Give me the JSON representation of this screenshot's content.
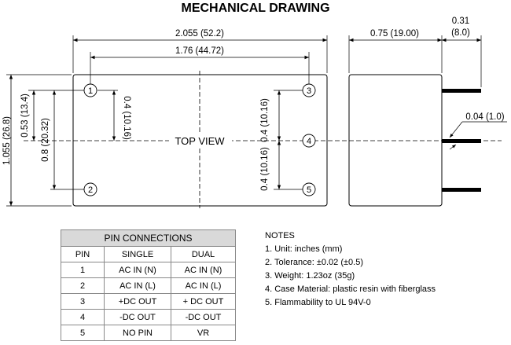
{
  "title": "MECHANICAL DRAWING",
  "dimensions": {
    "overall_length": "2.055 (52.2)",
    "pin_span": "1.76 (44.72)",
    "depth": "0.75 (19.00)",
    "pin_length_value": "0.31",
    "pin_length_mm": "(8.0)",
    "pin_diameter": "0.04 (1.0)",
    "height": "1.055 (26.8)",
    "pin1_offset": "0.53 (13.4)",
    "pin1_pin2_spacing": "0.8 (20.32)",
    "pin1_center_spacing": "0.4 (10.16)",
    "right_spacing_upper": "0.4 (10.16)",
    "right_spacing_lower": "0.4 (10.16)"
  },
  "top_view_label": "TOP VIEW",
  "pins": [
    "1",
    "2",
    "3",
    "4",
    "5"
  ],
  "pin_table": {
    "title": "PIN CONNECTIONS",
    "headers": [
      "PIN",
      "SINGLE",
      "DUAL"
    ],
    "rows": [
      [
        "1",
        "AC IN (N)",
        "AC IN (N)"
      ],
      [
        "2",
        "AC IN (L)",
        "AC IN (L)"
      ],
      [
        "3",
        "+DC OUT",
        "+ DC OUT"
      ],
      [
        "4",
        "-DC OUT",
        "-DC OUT"
      ],
      [
        "5",
        "NO PIN",
        "VR"
      ]
    ]
  },
  "notes": {
    "heading": "NOTES",
    "items": [
      "1. Unit: inches (mm)",
      "2. Tolerance: ±0.02 (±0.5)",
      "3. Weight: 1.23oz (35g)",
      "4. Case Material: plastic resin with fiberglass",
      "5. Flammability to UL 94V-0"
    ]
  }
}
